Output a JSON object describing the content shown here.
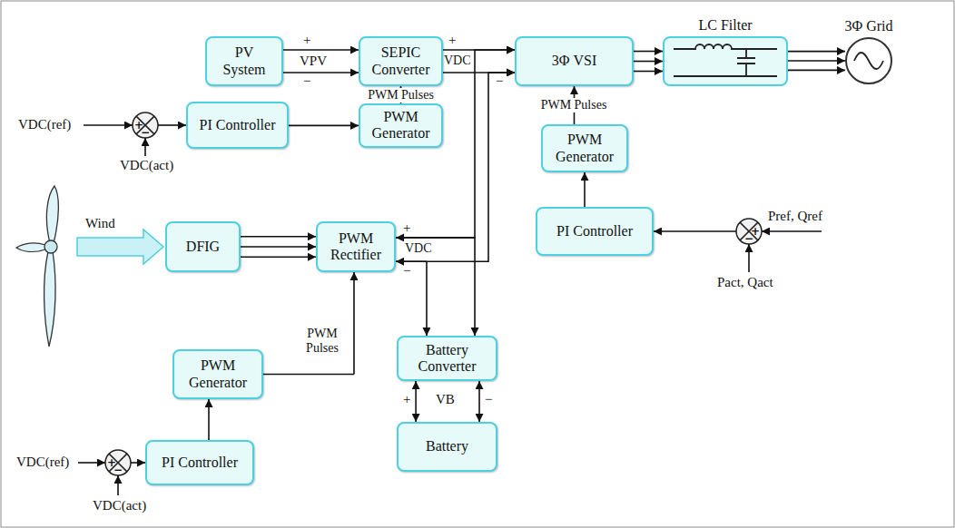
{
  "diagram": {
    "nodes": [
      {
        "text": [
          "PV System"
        ]
      },
      {
        "text": [
          "SEPIC Converter"
        ]
      },
      {
        "text": [
          "3Φ VSI"
        ]
      },
      {
        "text": [
          "LC Filter"
        ]
      },
      {
        "text": [
          "3Φ Grid"
        ]
      },
      {
        "text": [
          "+",
          "−"
        ]
      },
      {
        "text": [
          "PI Controller"
        ]
      },
      {
        "text": [
          "PWM Generator"
        ]
      },
      {
        "text": [
          "PWM Generator"
        ]
      },
      {
        "text": [
          "PI Controller"
        ]
      },
      {
        "text": [
          "+",
          "−"
        ]
      },
      {
        "text": [
          "DFIG"
        ]
      },
      {
        "text": [
          "PWM Rectifier"
        ]
      },
      {
        "text": [
          "Battery Converter"
        ]
      },
      {
        "text": [
          "PWM Generator"
        ]
      },
      {
        "text": [
          "Battery"
        ]
      },
      {
        "text": [
          "+",
          "−"
        ]
      },
      {
        "text": [
          "PI Controller"
        ]
      }
    ],
    "edges": [
      {
        "from": 0,
        "to": 1,
        "arrow": "to"
      },
      {
        "from": 0,
        "to": 1,
        "arrow": "to"
      },
      {
        "from": 1,
        "to": 2,
        "arrow": "to"
      },
      {
        "from": 1,
        "to": 2,
        "arrow": "to"
      },
      {
        "from": 2,
        "to": 3,
        "arrow": "to"
      },
      {
        "from": 2,
        "to": 3,
        "arrow": "to"
      },
      {
        "from": 2,
        "to": 3,
        "arrow": "to"
      },
      {
        "from": 3,
        "to": 4,
        "arrow": "to"
      },
      {
        "from": 3,
        "to": 4,
        "arrow": "to"
      },
      {
        "from": 3,
        "to": 4,
        "arrow": "to"
      },
      {
        "from": 7,
        "to": 1,
        "label": "PWM Pulses",
        "arrow": "to"
      },
      {
        "from": 5,
        "to": 6,
        "arrow": "to"
      },
      {
        "from": 6,
        "to": 7,
        "arrow": "to"
      },
      {
        "from": 8,
        "to": 2,
        "label": "PWM Pulses",
        "arrow": "to"
      },
      {
        "from": 9,
        "to": 8,
        "arrow": "to"
      },
      {
        "from": 10,
        "to": 9,
        "arrow": "to"
      },
      {
        "from": 11,
        "to": 12,
        "arrow": "to"
      },
      {
        "from": 11,
        "to": 12,
        "arrow": "to"
      },
      {
        "from": 11,
        "to": 12,
        "arrow": "to"
      },
      {
        "from": 12,
        "to": 2,
        "arrow": "to"
      },
      {
        "from": 12,
        "to": 2,
        "arrow": "to"
      },
      {
        "from": 12,
        "to": 13,
        "arrow": "both"
      },
      {
        "from": 12,
        "to": 13,
        "arrow": "both"
      },
      {
        "from": 13,
        "to": 15,
        "arrow": "both"
      },
      {
        "from": 13,
        "to": 15,
        "arrow": "both"
      },
      {
        "from": 14,
        "to": 12,
        "label": "PWM Pulses",
        "arrow": "to"
      },
      {
        "from": 17,
        "to": 14,
        "arrow": "to"
      },
      {
        "from": 16,
        "to": 17,
        "arrow": "to"
      }
    ],
    "labels": [
      "VDC(ref)",
      "VDC(act)",
      "+",
      "VPV",
      "−",
      "+",
      "VDC",
      "−",
      "+",
      "VDC",
      "−",
      "Wind",
      "Pref, Qref",
      "Pact, Qact",
      "+",
      "VB",
      "−",
      "VDC(ref)",
      "VDC(act)"
    ]
  }
}
